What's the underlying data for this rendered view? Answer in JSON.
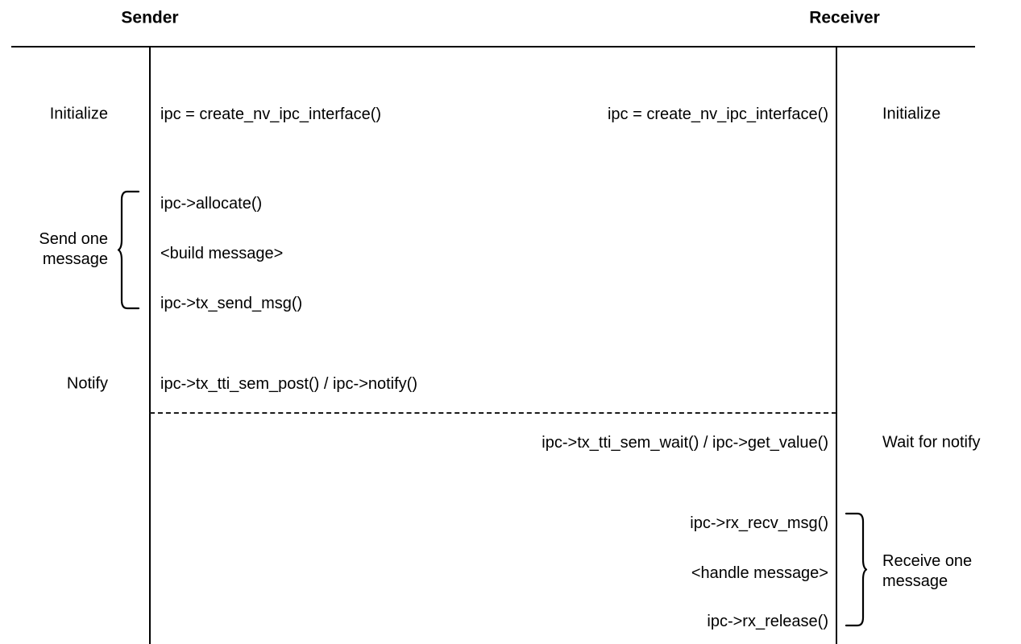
{
  "diagram": {
    "type": "sequence-diagram",
    "title_left": "Sender",
    "title_right": "Receiver",
    "colors": {
      "line": "#000000",
      "dashed_line": "#1a1a1a",
      "text": "#000000",
      "background": "#ffffff"
    },
    "labels": {
      "sender_initialize": "Initialize",
      "receiver_initialize": "Initialize",
      "send_one_message_line1": "Send one",
      "send_one_message_line2": "message",
      "notify": "Notify",
      "wait_for_notify": "Wait for notify",
      "receive_one_message_line1": "Receive one",
      "receive_one_message_line2": "message"
    },
    "sender_steps": [
      {
        "text": "ipc = create_nv_ipc_interface()"
      },
      {
        "text": "ipc->allocate()"
      },
      {
        "text": "<build message>"
      },
      {
        "text": "ipc->tx_send_msg()"
      },
      {
        "text": "ipc->tx_tti_sem_post() / ipc->notify()"
      }
    ],
    "receiver_steps": [
      {
        "text": "ipc = create_nv_ipc_interface()"
      },
      {
        "text": "ipc->tx_tti_sem_wait() / ipc->get_value()"
      },
      {
        "text": "ipc->rx_recv_msg()"
      },
      {
        "text": "<handle message>"
      },
      {
        "text": "ipc->rx_release()"
      }
    ]
  }
}
